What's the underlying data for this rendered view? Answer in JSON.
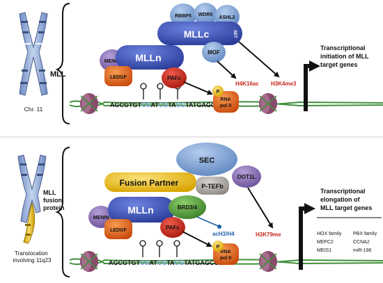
{
  "top_panel": {
    "chromosome_label": "Chr. 11",
    "gene_label": "MLL",
    "complex": {
      "rbbp5": "RBBP5",
      "wdr5": "WDR5",
      "ashl2": "ASHL2",
      "mllc": "MLLc",
      "set": "SET",
      "mof": "MOF",
      "menin": "MENIN",
      "mlln": "MLLn",
      "ledgf": "LEDGF",
      "pafc": "PAFc",
      "p": "P",
      "rna_pol_line1": "RNA",
      "rna_pol_line2": "pol II"
    },
    "marks": {
      "h4k16ac": "H4K16ac",
      "h3k4me3": "H3K4me3"
    },
    "dna": {
      "seq_1": "AGCGTGT",
      "cg_1": "CG",
      "seq_2": "AT",
      "cg_2": "CG",
      "seq_3": "TA",
      "cg_3": "CG",
      "seq_4": "TATGAGCG"
    },
    "outcome_lines": [
      "Transcriptional",
      "initiation of MLL",
      "target genes"
    ]
  },
  "bottom_panel": {
    "chromosome_label_lines": [
      "Translocation",
      "involving 11q23"
    ],
    "gene_label_lines": [
      "MLL",
      "fusion",
      "protein"
    ],
    "complex": {
      "sec": "SEC",
      "fusion_partner": "Fusion Partner",
      "dot1l": "DOT1L",
      "ptefb": "P-TEFb",
      "menin": "MENIN",
      "mlln": "MLLn",
      "brd34": "BRD3/4",
      "ledgf": "LEDGF",
      "pafc": "PAFc",
      "p": "P",
      "rna_pol_line1": "RNA",
      "rna_pol_line2": "pol II"
    },
    "marks": {
      "ach3h4": "acH3/H4",
      "h3k79me": "H3K79me"
    },
    "dna": {
      "seq_1": "AGCGTGT",
      "cg_1": "CG",
      "seq_2": "AT",
      "cg_2": "CG",
      "seq_3": "TA",
      "cg_3": "CG",
      "seq_4": "TATGAGCG"
    },
    "outcome_lines": [
      "Transcriptional",
      "elongation of",
      "MLL target genes"
    ],
    "target_genes": {
      "col1": [
        "HOX family",
        "MEFC2",
        "MEIS1"
      ],
      "col2": [
        "PBX family",
        "CCNA2",
        "miR-196"
      ]
    }
  },
  "colors": {
    "blue_protein": "#3b4fb8",
    "light_blue": "#7fa6d6",
    "purple": "#8a6fb3",
    "orange": "#e8621a",
    "red": "#c8241a",
    "yellow": "#f0c419",
    "green": "#4f9a3c",
    "mark_red": "#c8241a",
    "mark_blue": "#1f5fa8",
    "cg_blue": "#6a9bd6",
    "dna_green": "#3f8f3a",
    "nucleosome": "#8a4a6e"
  }
}
